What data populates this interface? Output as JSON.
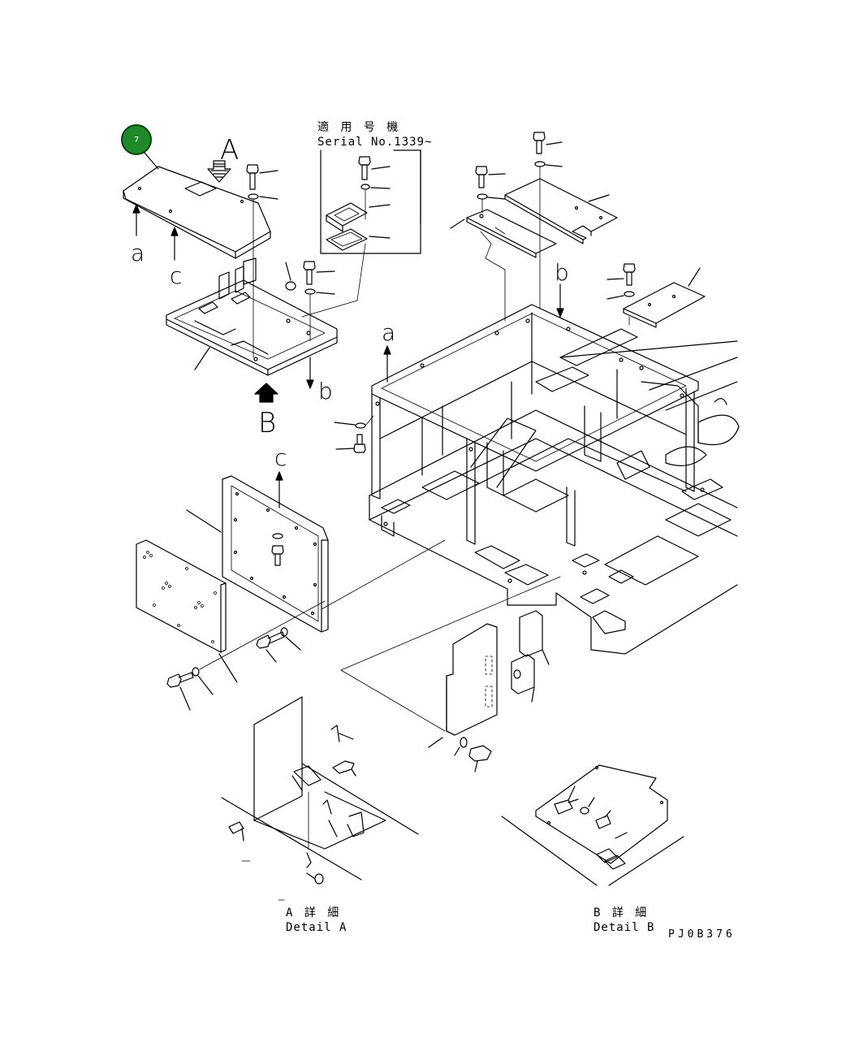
{
  "badge": {
    "number": "7",
    "color": "#1f8a2a"
  },
  "serial_note": {
    "line1": "適 用 号 機",
    "line2": "Serial No.1339~"
  },
  "view_markers": {
    "a": "A",
    "b": "B"
  },
  "ref_letters": {
    "a_left": "a",
    "c_left": "c",
    "b_top": "b",
    "a_frame": "a",
    "b_lower": "b",
    "c_panel": "c"
  },
  "details": {
    "a_line1": "A 詳 細",
    "a_line2": "Detail A",
    "b_line1": "B 詳 細",
    "b_line2": "Detail B"
  },
  "drawing_code": "PJ0B376"
}
